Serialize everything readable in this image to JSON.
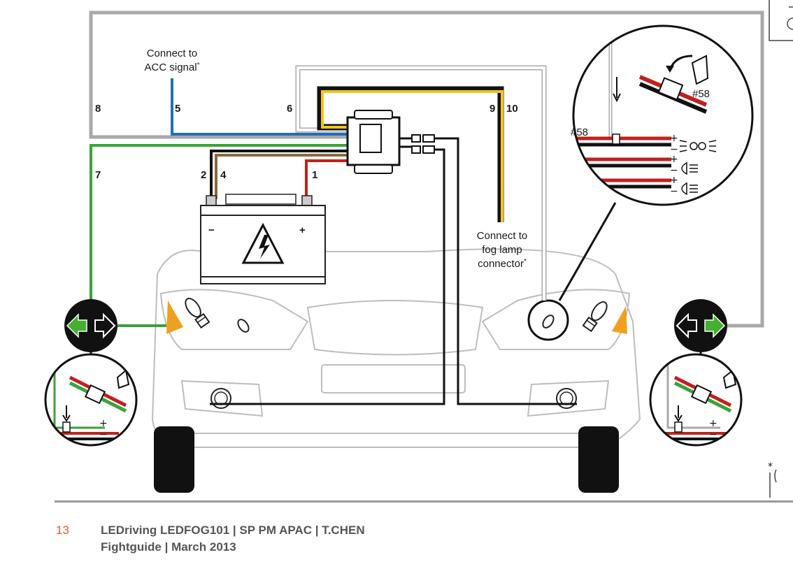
{
  "diagram": {
    "label_acc_line1": "Connect to",
    "label_acc_line2": "ACC signal",
    "label_acc_mark": "*",
    "label_fog_line1": "Connect to",
    "label_fog_line2": "fog lamp",
    "label_fog_line3": "connector",
    "label_fog_mark": "*",
    "wire_numbers": {
      "w1": "1",
      "w2": "2",
      "w4": "4",
      "w5": "5",
      "w6": "6",
      "w7": "7",
      "w8": "8",
      "w9": "9",
      "w10": "10"
    },
    "battery": {
      "minus": "−",
      "plus": "+"
    },
    "inset_ref": "#58",
    "plus_sign": "+",
    "minus_sign": "−",
    "footnote_mark": "*",
    "wire_colors": {
      "red": "#c0211f",
      "black": "#111111",
      "brown": "#8a6a3a",
      "blue": "#1f6fb8",
      "green": "#3aa23a",
      "gray": "#a9a9a9",
      "yellow": "#f3c41a",
      "white": "#ffffff"
    },
    "accent_colors": {
      "indicator_amber": "#f0a020",
      "arrow_green": "#45b02f",
      "badge_black": "#111111"
    },
    "icons": [
      "battery-icon",
      "high-voltage-icon",
      "control-box-icon",
      "indicator-arrows-icon",
      "bulb-icon",
      "fog-lamp-icon",
      "clip-connector-icon",
      "headlight-symbol-icon"
    ]
  },
  "footer": {
    "page_number": "13",
    "line1": "LEDriving LEDFOG101 | SP PM APAC | T.CHEN",
    "line2": "Fightguide | March 2013"
  }
}
